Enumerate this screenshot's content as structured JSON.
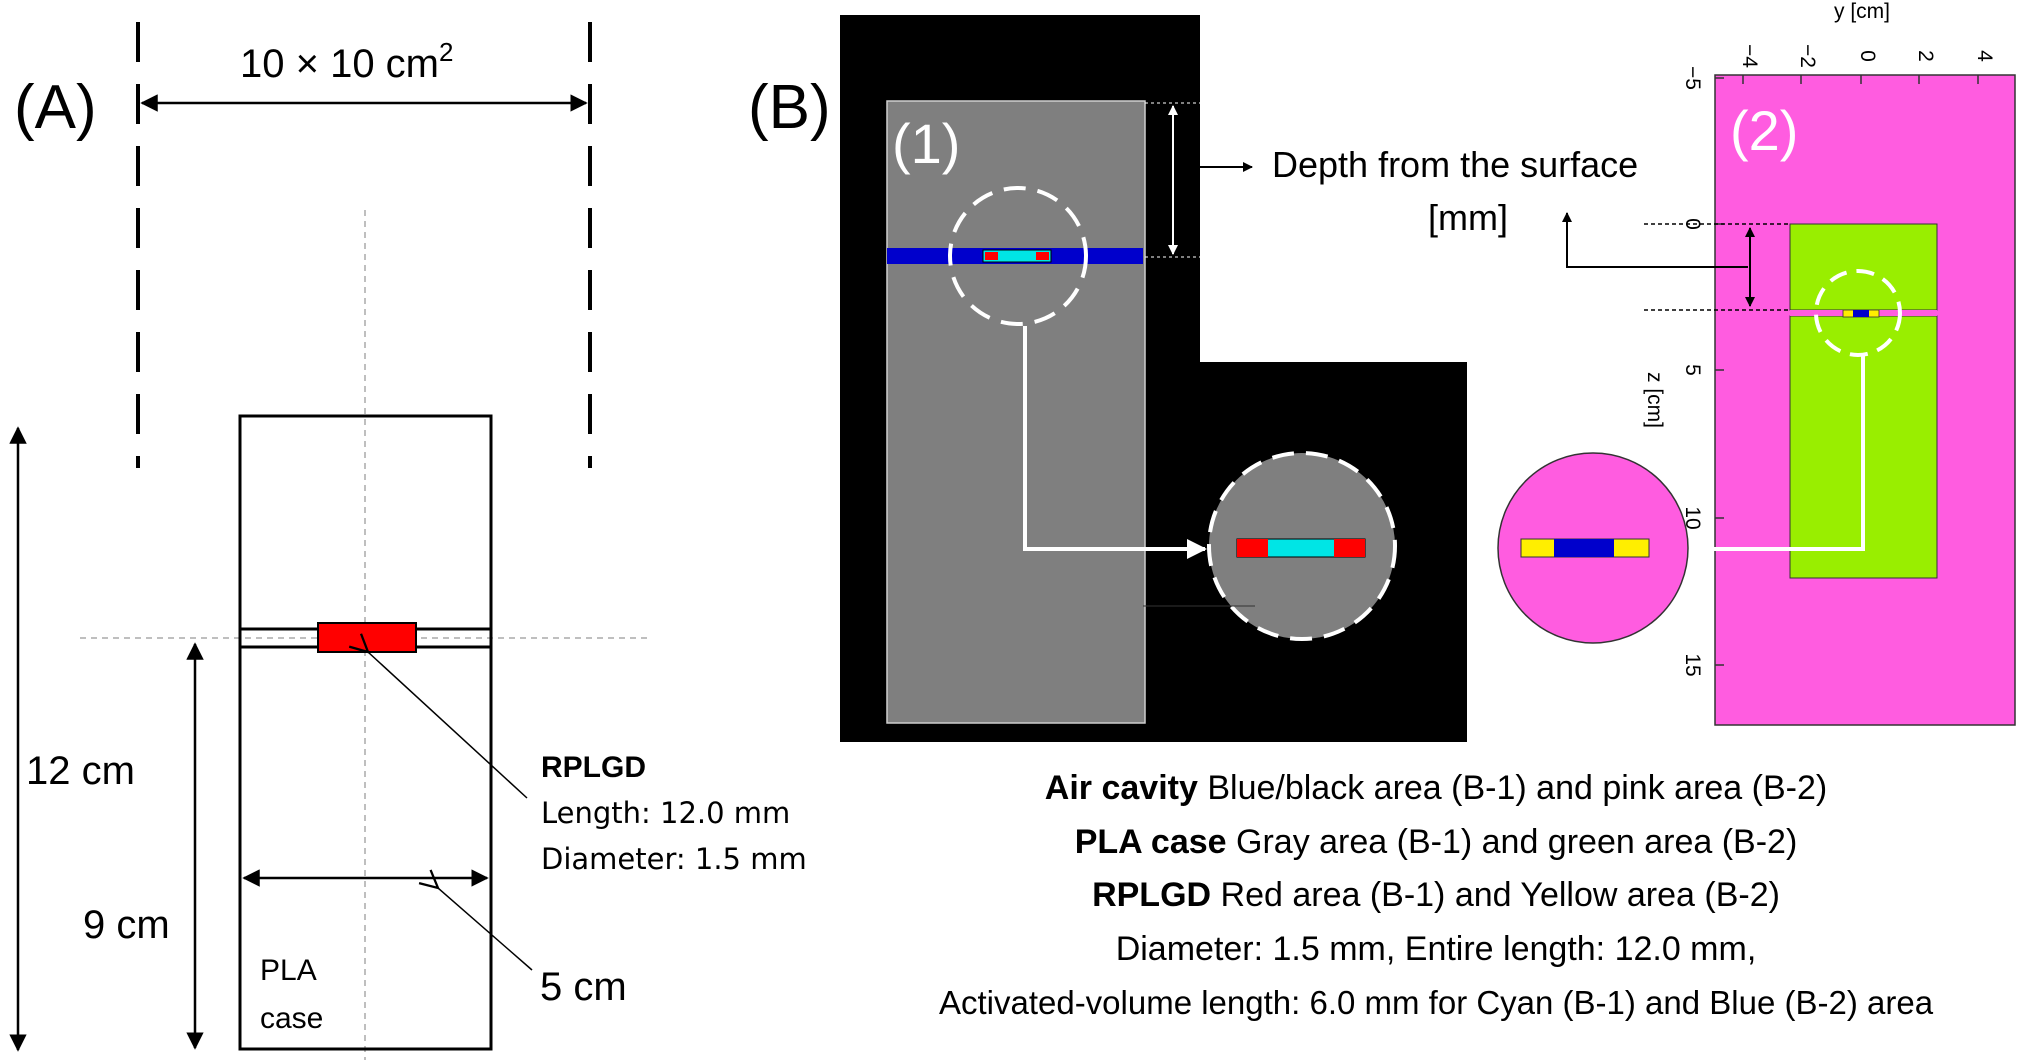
{
  "panel_a": {
    "label": "(A)",
    "field_size_main": "10 × 10 cm",
    "field_size_sup": "2",
    "depth_total": "12 cm",
    "depth_detector": "9 cm",
    "width": "5 cm",
    "case_label_line1": "PLA",
    "case_label_line2": "case",
    "rplgd_title": "RPLGD",
    "rplgd_length": "Length: 12.0 mm",
    "rplgd_diameter": "Diameter: 1.5 mm"
  },
  "panel_b": {
    "label": "(B)",
    "sub1_label": "(1)",
    "sub2_label": "(2)",
    "depth_label_line1": "Depth from the surface",
    "depth_label_line2": "[mm]",
    "y_axis_title": "y [cm]",
    "z_axis_title": "z [cm]",
    "y_ticks": [
      "−4",
      "−2",
      "0",
      "2",
      "4"
    ],
    "z_ticks": [
      "−5",
      "0",
      "5",
      "10",
      "15"
    ]
  },
  "legend": {
    "line1_bold": "Air cavity",
    "line1_text": "Blue/black area (B-1) and pink area (B-2)",
    "line2_bold": "PLA case",
    "line2_text": "Gray area (B-1) and green area (B-2)",
    "line3_bold": "RPLGD",
    "line3_text": "Red area (B-1) and Yellow area (B-2)",
    "line4": "Diameter: 1.5 mm,  Entire length: 12.0 mm,",
    "line5": "Activated-volume length: 6.0 mm for Cyan (B-1) and Blue (B-2) area"
  },
  "colors": {
    "rplgd_red": "#ff0000",
    "air_blue": "#0000cc",
    "cyan": "#00e5e5",
    "pla_gray": "#7f7f7f",
    "pink": "#ff5ce0",
    "green": "#99ee00",
    "yellow": "#ffee00"
  }
}
